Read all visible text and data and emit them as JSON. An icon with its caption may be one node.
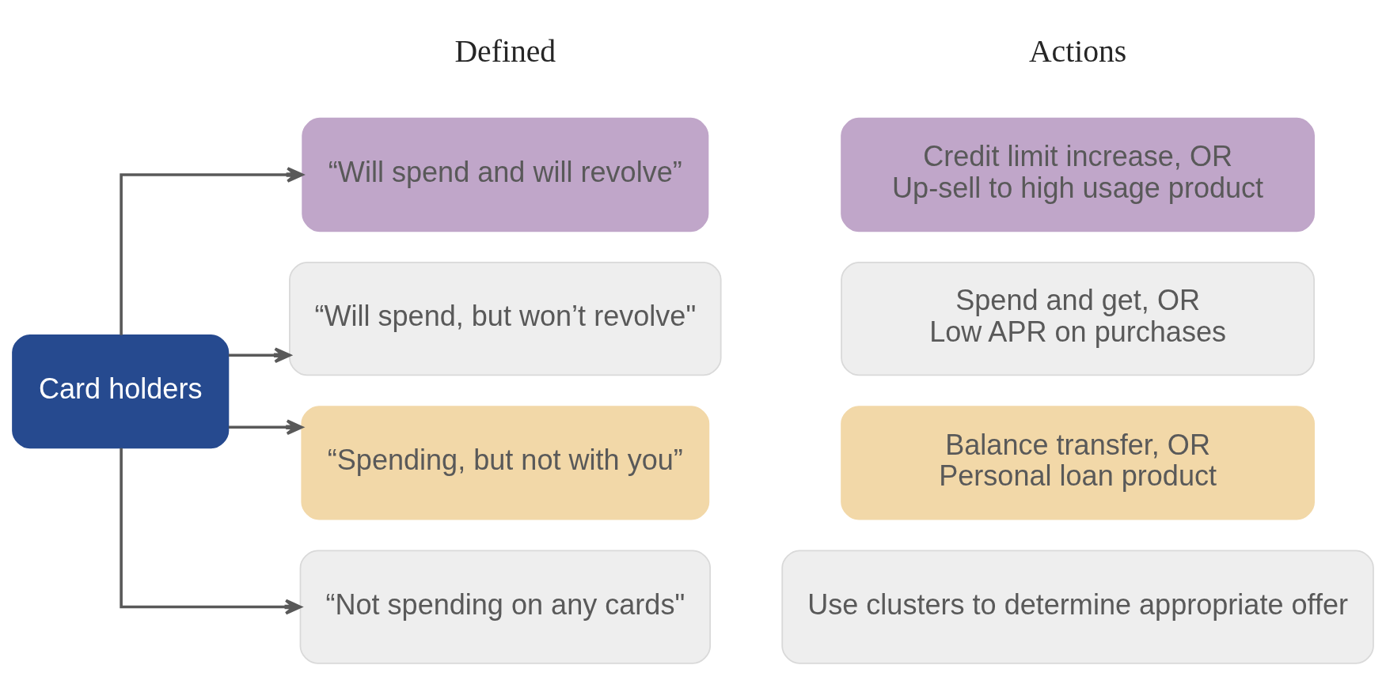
{
  "diagram": {
    "nodes": [
      {
        "text": [
          "Card holders"
        ]
      },
      {
        "text": [
          "“Will spend and will revolve”"
        ]
      },
      {
        "text": [
          "“Will spend, but won’t revolve\""
        ]
      },
      {
        "text": [
          "“Spending, but not with you”"
        ]
      },
      {
        "text": [
          "“Not spending on any cards\""
        ]
      },
      {
        "text": [
          "Credit limit increase, OR",
          "Up-sell to high usage product"
        ]
      },
      {
        "text": [
          "Spend and get, OR",
          "Low APR on purchases"
        ]
      },
      {
        "text": [
          "Balance transfer, OR",
          "Personal loan product"
        ]
      },
      {
        "text": [
          "Use clusters to determine appropriate offer"
        ]
      }
    ],
    "edges": [
      {
        "from": 0,
        "to": 1,
        "arrow": "to"
      },
      {
        "from": 0,
        "to": 2,
        "arrow": "to"
      },
      {
        "from": 0,
        "to": 3,
        "arrow": "to"
      },
      {
        "from": 0,
        "to": 4,
        "arrow": "to"
      }
    ],
    "labels": [
      "Defined",
      "Actions"
    ]
  }
}
